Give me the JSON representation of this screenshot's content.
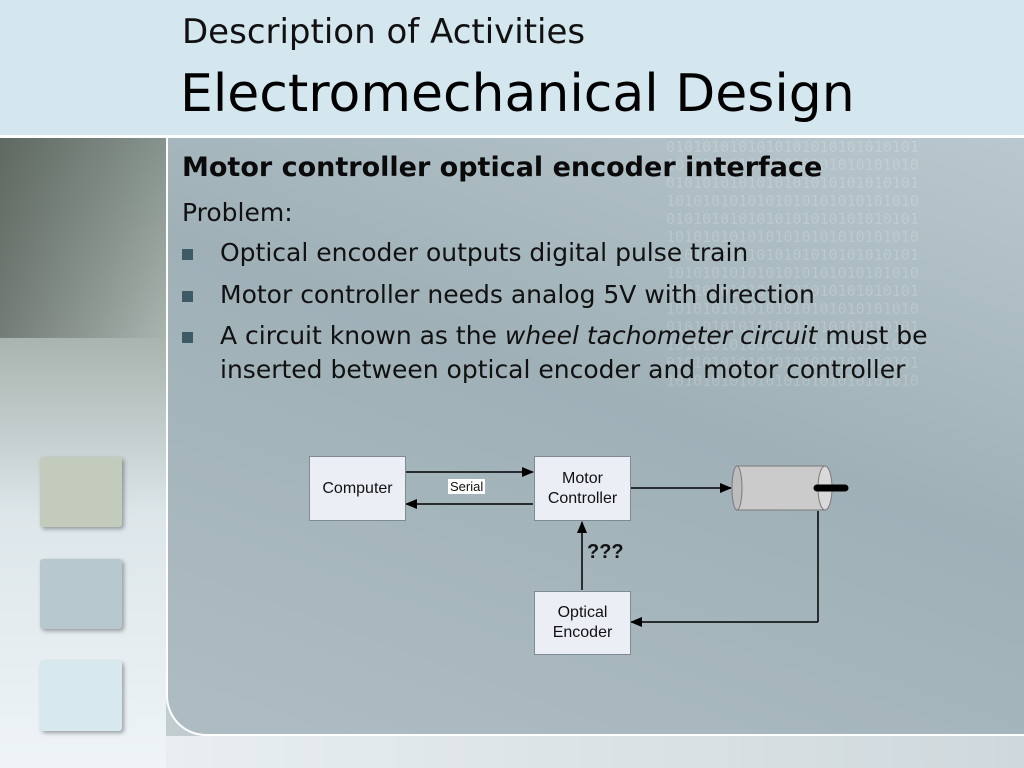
{
  "header": {
    "subtitle": "Description of Activities",
    "title": "Electromechanical Design"
  },
  "section": {
    "heading": "Motor controller optical encoder interface",
    "problem_label": "Problem:",
    "bullets": [
      {
        "text": "Optical encoder outputs digital pulse train"
      },
      {
        "text": "Motor controller needs analog 5V with direction"
      },
      {
        "before": "A circuit known as the ",
        "emphasis": "wheel tachometer circuit",
        "after": " must be",
        "line2": "inserted between optical encoder and motor controller"
      }
    ]
  },
  "diagram": {
    "computer": "Computer",
    "serial": "Serial",
    "motor_controller_line1": "Motor",
    "motor_controller_line2": "Controller",
    "unknown": "???",
    "optical_encoder_line1": "Optical",
    "optical_encoder_line2": "Encoder"
  },
  "icons": [
    "square-bullet-icon",
    "motor-icon",
    "arrow-icon"
  ],
  "colors": {
    "header_bg": "#d4e6ee",
    "bullet": "#3e5a67",
    "box_fill": "#ebeff5",
    "swatch_1": "#c3cbbc",
    "swatch_2": "#b8c8cf",
    "swatch_3": "#d7e9ee"
  }
}
